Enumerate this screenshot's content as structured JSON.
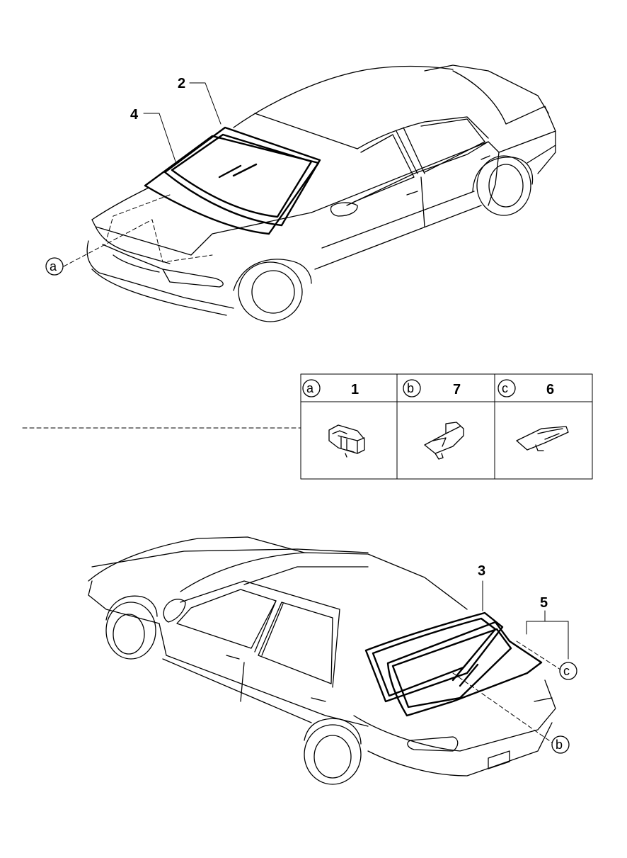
{
  "callouts": {
    "front_windshield_glass": "2",
    "front_windshield_molding": "4",
    "rear_window_glass": "3",
    "rear_window_molding": "5",
    "front_ref": "a",
    "rear_ref_b": "b",
    "rear_ref_c": "c"
  },
  "detail_table": {
    "columns": [
      {
        "ref": "a",
        "part_no": "1"
      },
      {
        "ref": "b",
        "part_no": "7"
      },
      {
        "ref": "c",
        "part_no": "6"
      }
    ]
  }
}
